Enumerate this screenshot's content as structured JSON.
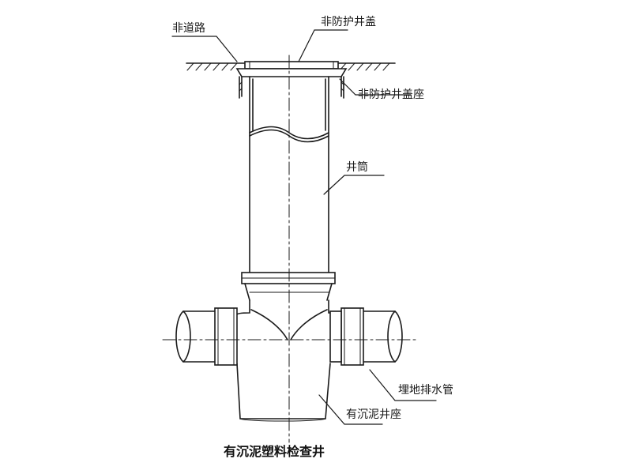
{
  "labels": {
    "non_road": "非道路",
    "cover": "非防护井盖",
    "cover_seat": "非防护井盖座",
    "shaft": "井筒",
    "drain_pipe": "埋地排水管",
    "sump_base": "有沉泥井座"
  },
  "caption": "有沉泥塑料检查井",
  "colors": {
    "line": "#1a1a1a",
    "background": "#ffffff"
  }
}
